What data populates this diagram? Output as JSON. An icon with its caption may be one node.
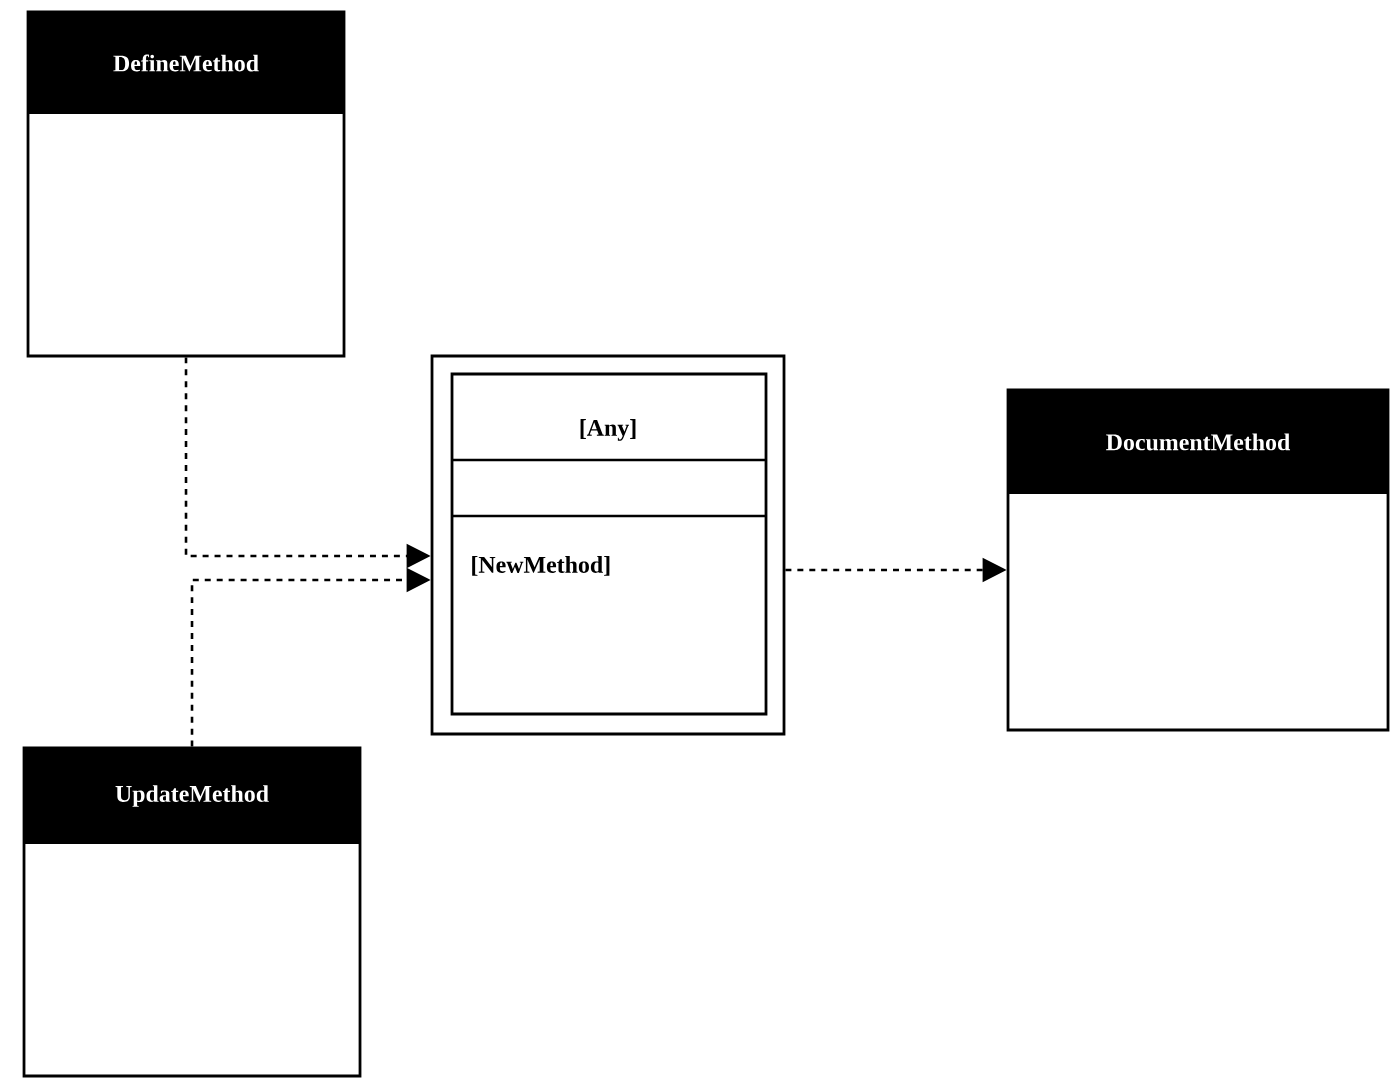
{
  "diagram": {
    "nodes": [
      {
        "text": [
          "DefineMethod"
        ]
      },
      {
        "text": [
          "[Any]",
          "[NewMethod]"
        ]
      },
      {
        "text": [
          "DocumentMethod"
        ]
      },
      {
        "text": [
          "UpdateMethod"
        ]
      }
    ],
    "edges": [
      {
        "from": 0,
        "to": 1,
        "arrow": "to",
        "style": "dashed"
      },
      {
        "from": 3,
        "to": 1,
        "arrow": "to",
        "style": "dashed"
      },
      {
        "from": 1,
        "to": 2,
        "arrow": "to",
        "style": "dashed"
      }
    ]
  }
}
